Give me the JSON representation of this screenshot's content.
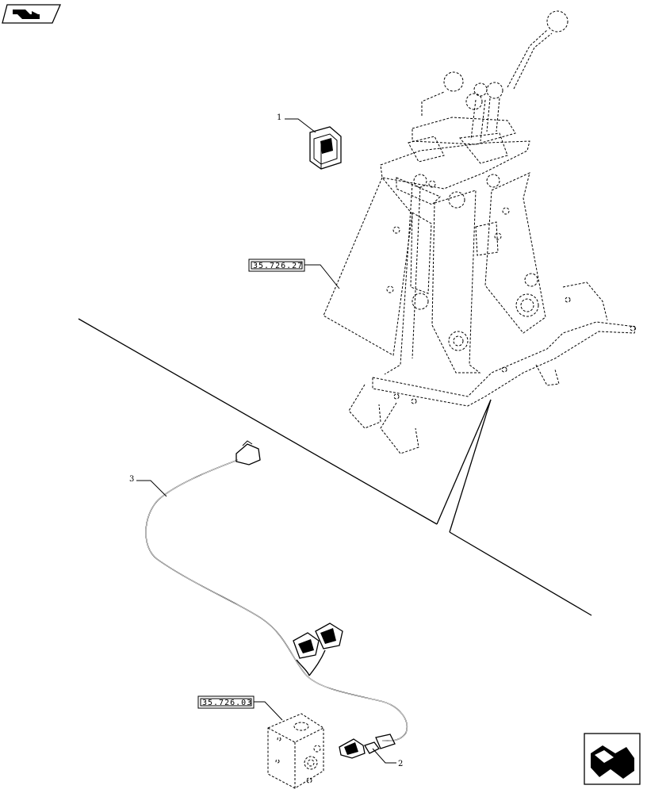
{
  "callouts": {
    "item_1": "1",
    "item_2": "2",
    "item_3": "3"
  },
  "references": {
    "ref_upper": "35.726.27",
    "ref_lower": "35.726.03"
  },
  "icons": {
    "top_left": "book-arrow-icon",
    "bottom_right": "navigation-arrow-icon"
  }
}
